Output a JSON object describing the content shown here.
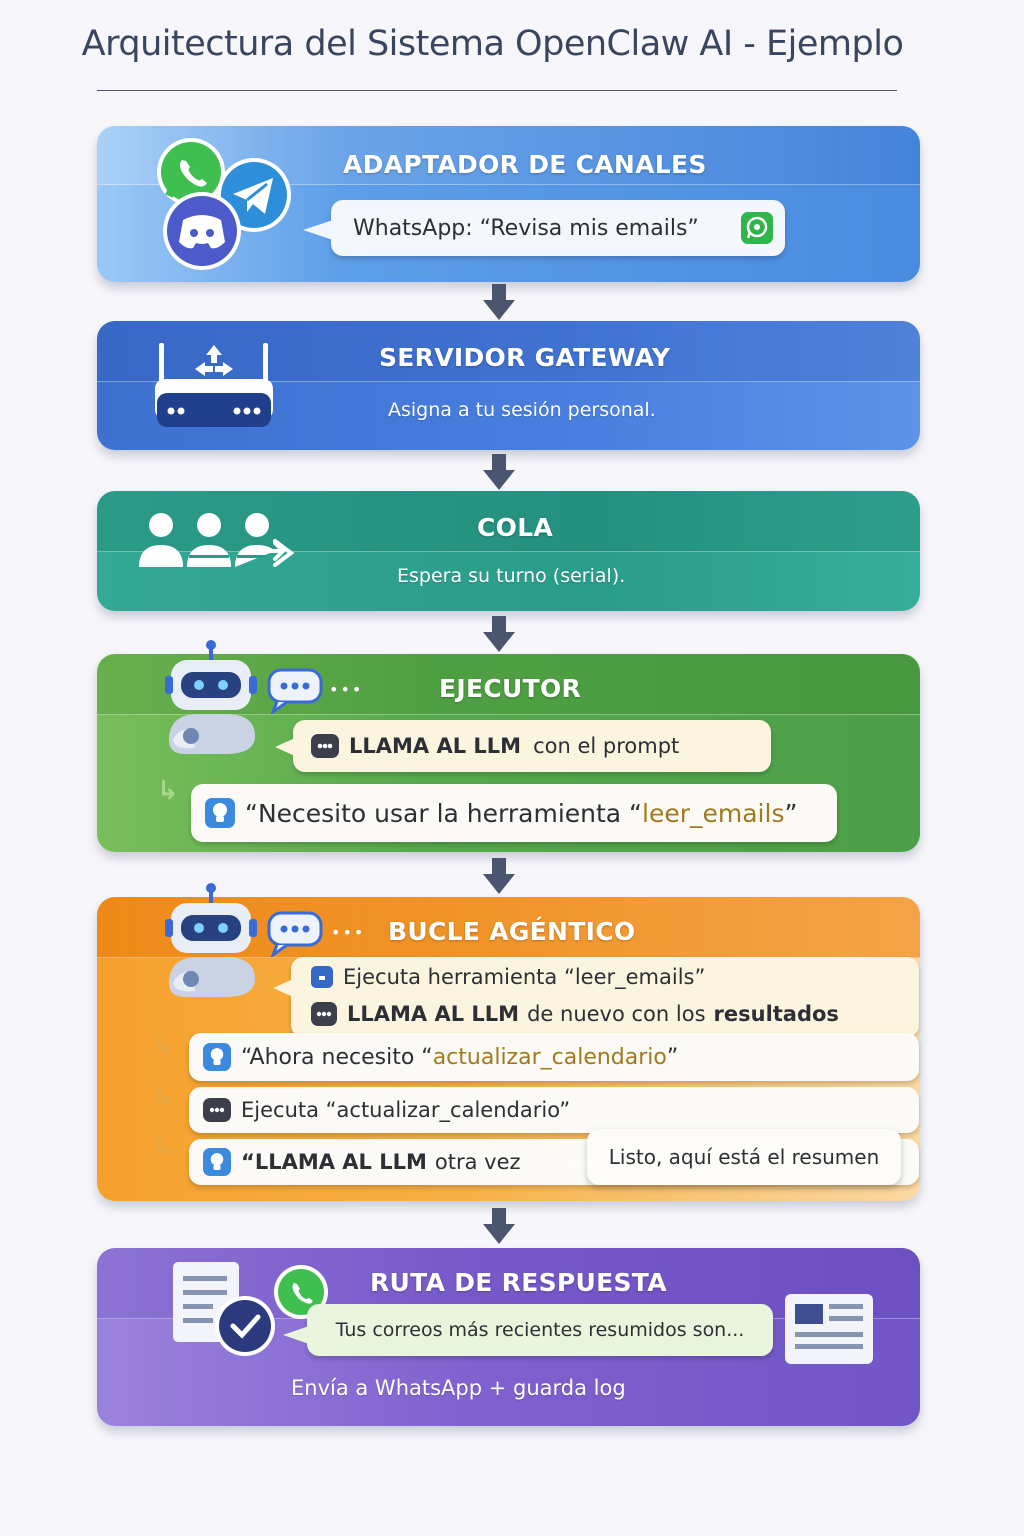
{
  "title": "Arquitectura del Sistema OpenClaw AI - Ejemplo",
  "adapter": {
    "title": "ADAPTADOR DE CANALES",
    "message": "WhatsApp: “Revisa mis emails”",
    "icons": [
      "whatsapp-icon",
      "telegram-icon",
      "discord-icon"
    ]
  },
  "gateway": {
    "title": "SERVIDOR GATEWAY",
    "subtitle": "Asigna a tu sesión personal."
  },
  "queue": {
    "title": "COLA",
    "subtitle": "Espera su turno (serial)."
  },
  "executor": {
    "title": "EJECUTOR",
    "dots": "•••",
    "call_bold": "LLAMA AL LLM",
    "call_rest": "con el prompt",
    "need_prefix": "“Necesito usar la herramienta “",
    "need_tool": "leer_emails",
    "need_suffix": "”"
  },
  "loop": {
    "title": "BUCLE AGÉNTICO",
    "dots": "•••",
    "step1": "Ejecuta herramienta “leer_emails”",
    "step2_bold": "LLAMA AL LLM",
    "step2_mid": "de nuevo con los",
    "step2_end": "resultados",
    "step3_prefix": "“Ahora necesito “",
    "step3_tool": "actualizar_calendario",
    "step3_suffix": "”",
    "step4": "Ejecuta “actualizar_calendario”",
    "step5_prefix": "“",
    "step5_bold": "LLAMA AL LLM",
    "step5_rest": "otra vez",
    "done": "Listo, aquí está el resumen"
  },
  "response": {
    "title": "RUTA DE RESPUESTA",
    "message": "Tus correos más recientes resumidos son...",
    "footer": "Envía a WhatsApp + guarda log"
  },
  "colors": {
    "adapter": "#4a8be0",
    "gateway": "#3e70cf",
    "queue": "#2a9c8a",
    "executor": "#56a94c",
    "loop": "#f5a02c",
    "response": "#7f62cf",
    "arrow": "#4a5670"
  }
}
